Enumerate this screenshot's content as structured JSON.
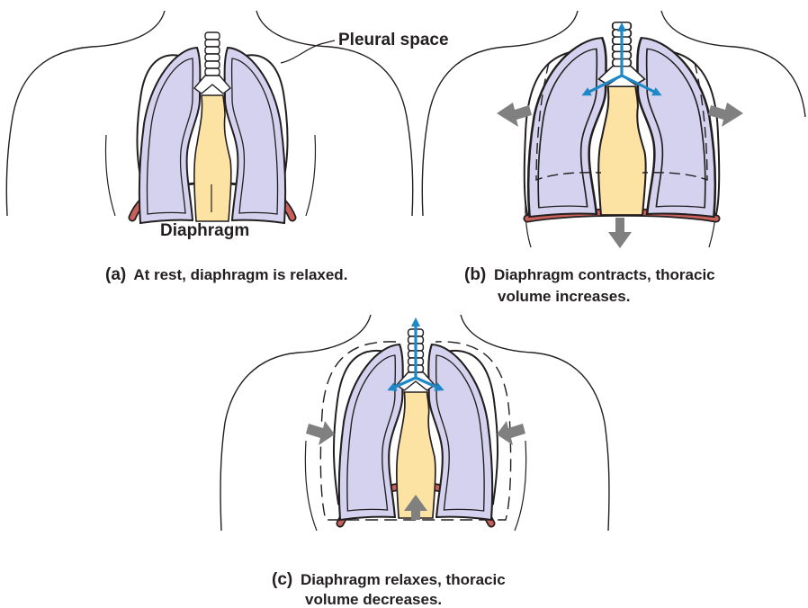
{
  "labels": {
    "pleural_space": "Pleural space",
    "diaphragm": "Diaphragm"
  },
  "panels": [
    {
      "letter": "(a)",
      "caption_lines": [
        "At rest, diaphragm is relaxed."
      ]
    },
    {
      "letter": "(b)",
      "caption_lines": [
        "Diaphragm contracts, thoracic",
        "volume increases."
      ]
    },
    {
      "letter": "(c)",
      "caption_lines": [
        "Diaphragm relaxes, thoracic",
        "volume decreases."
      ]
    }
  ],
  "colors": {
    "lung_fill": "#d4d2ee",
    "mediastinum_fill": "#fde3a3",
    "diaphragm": "#c9605c",
    "outline": "#231f20",
    "airflow_arrow": "#1e88c7",
    "movement_arrow": "#808080"
  }
}
